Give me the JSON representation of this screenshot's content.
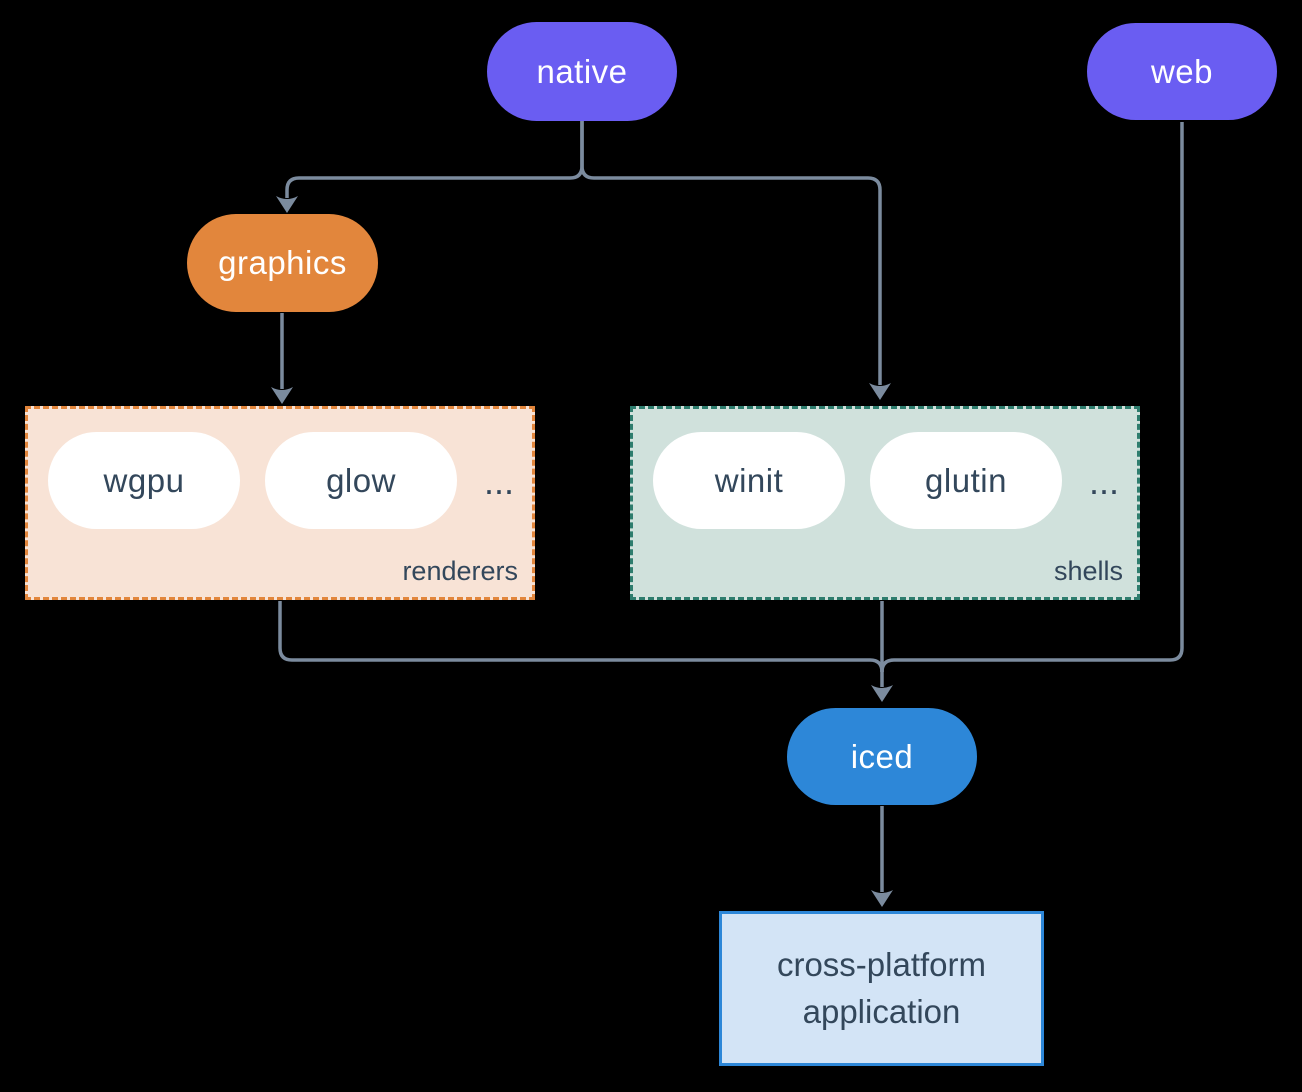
{
  "diagram": {
    "nodes": {
      "native": "native",
      "web": "web",
      "graphics": "graphics",
      "iced": "iced",
      "application_line1": "cross-platform",
      "application_line2": "application"
    },
    "groups": {
      "renderers": {
        "label": "renderers",
        "items": [
          "wgpu",
          "glow"
        ],
        "more": "..."
      },
      "shells": {
        "label": "shells",
        "items": [
          "winit",
          "glutin"
        ],
        "more": "..."
      }
    },
    "edges": [
      {
        "from": "native",
        "to": "graphics"
      },
      {
        "from": "native",
        "to": "shells"
      },
      {
        "from": "graphics",
        "to": "renderers"
      },
      {
        "from": "renderers",
        "to": "iced"
      },
      {
        "from": "shells",
        "to": "iced"
      },
      {
        "from": "web",
        "to": "iced"
      },
      {
        "from": "iced",
        "to": "application"
      }
    ],
    "colors": {
      "purple": "#6a5df2",
      "orange": "#e2863c",
      "blue": "#2d87d8",
      "peach_bg": "#f8e3d6",
      "teal_bg": "#d0e1dc",
      "teal_border": "#2e7d6e",
      "light_blue_bg": "#d3e4f6",
      "line": "#7b8b9e",
      "dark_text": "#33475b",
      "background": "#000000"
    }
  }
}
